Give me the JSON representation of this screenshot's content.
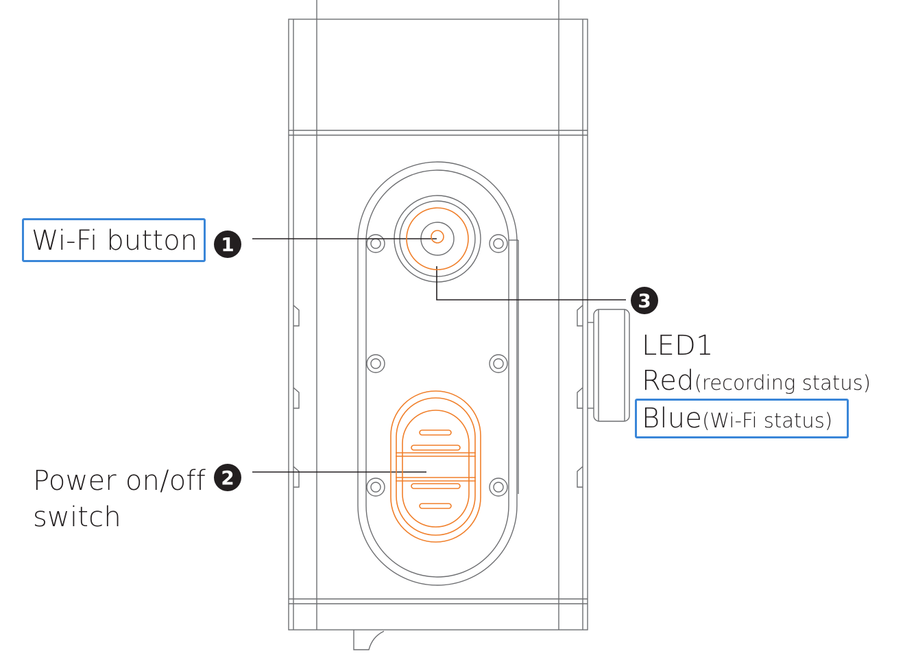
{
  "callouts": {
    "wifi": {
      "number": "1",
      "label": "Wi-Fi button"
    },
    "power": {
      "number": "2",
      "line1": "Power on/off",
      "line2": "switch"
    },
    "led": {
      "number": "3",
      "title": "LED1",
      "red_main": "Red",
      "red_detail": "(recording status)",
      "blue_main": "Blue",
      "blue_detail": "(Wi-Fi status)"
    }
  },
  "colors": {
    "outline": "#6d6e71",
    "highlight": "#f07f2a",
    "box": "#3a86d8",
    "text": "#231f20"
  }
}
